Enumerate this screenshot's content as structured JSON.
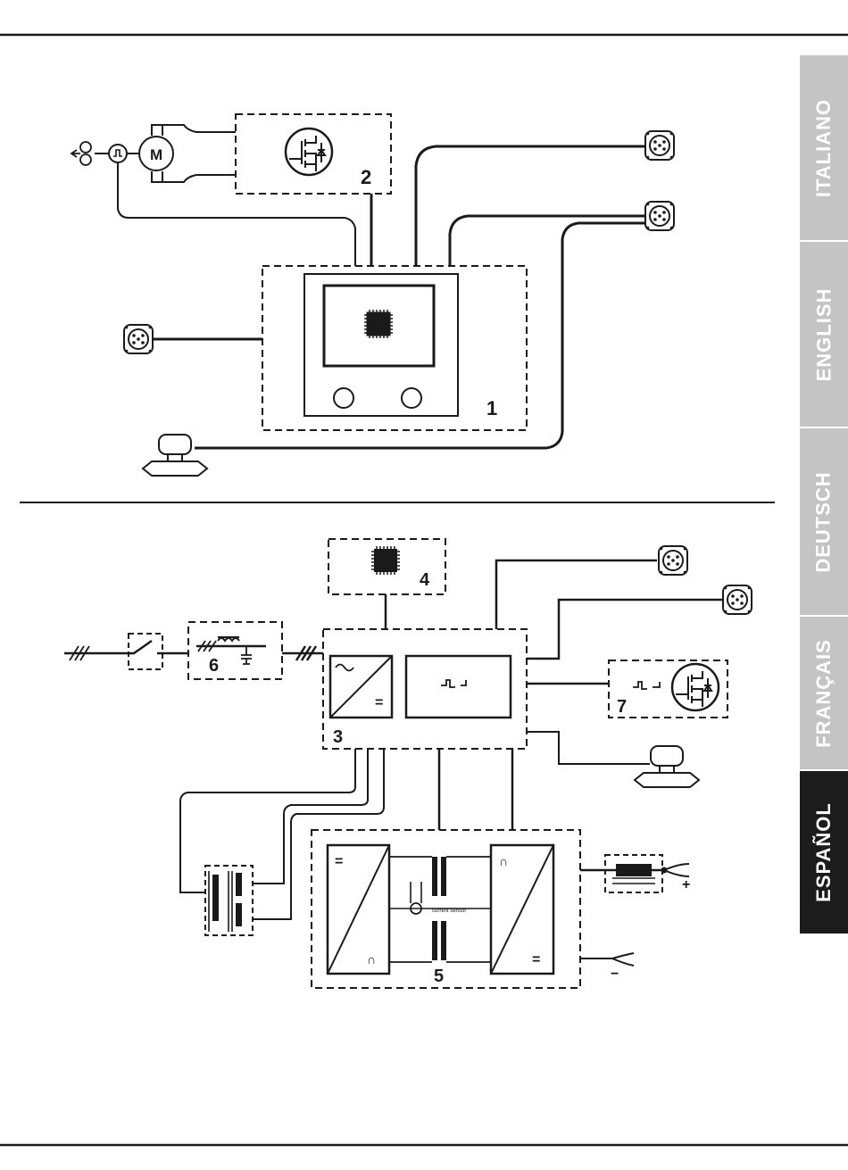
{
  "side_tabs": [
    {
      "label": "ITALIANO",
      "active": false
    },
    {
      "label": "ENGLISH",
      "active": false
    },
    {
      "label": "DEUTSCH",
      "active": false
    },
    {
      "label": "FRANÇAIS",
      "active": false
    },
    {
      "label": "ESPAÑOL",
      "active": true
    }
  ],
  "colors": {
    "tab_inactive": "#c4c4c4",
    "tab_active": "#1c1c1c",
    "tab_text_inactive": "#ffffff",
    "tab_text_active": "#ffffff",
    "line": "#1a1a1a"
  },
  "diagram1": {
    "block_1": "1",
    "block_2": "2",
    "motor_label": "M"
  },
  "diagram2": {
    "block_3": "3",
    "block_4": "4",
    "block_5": "5",
    "block_6": "6",
    "block_7": "7",
    "dc_symbol": "=",
    "ac_symbol": "∩",
    "current_sensor": "current sensor",
    "plus": "+",
    "minus": "−"
  }
}
